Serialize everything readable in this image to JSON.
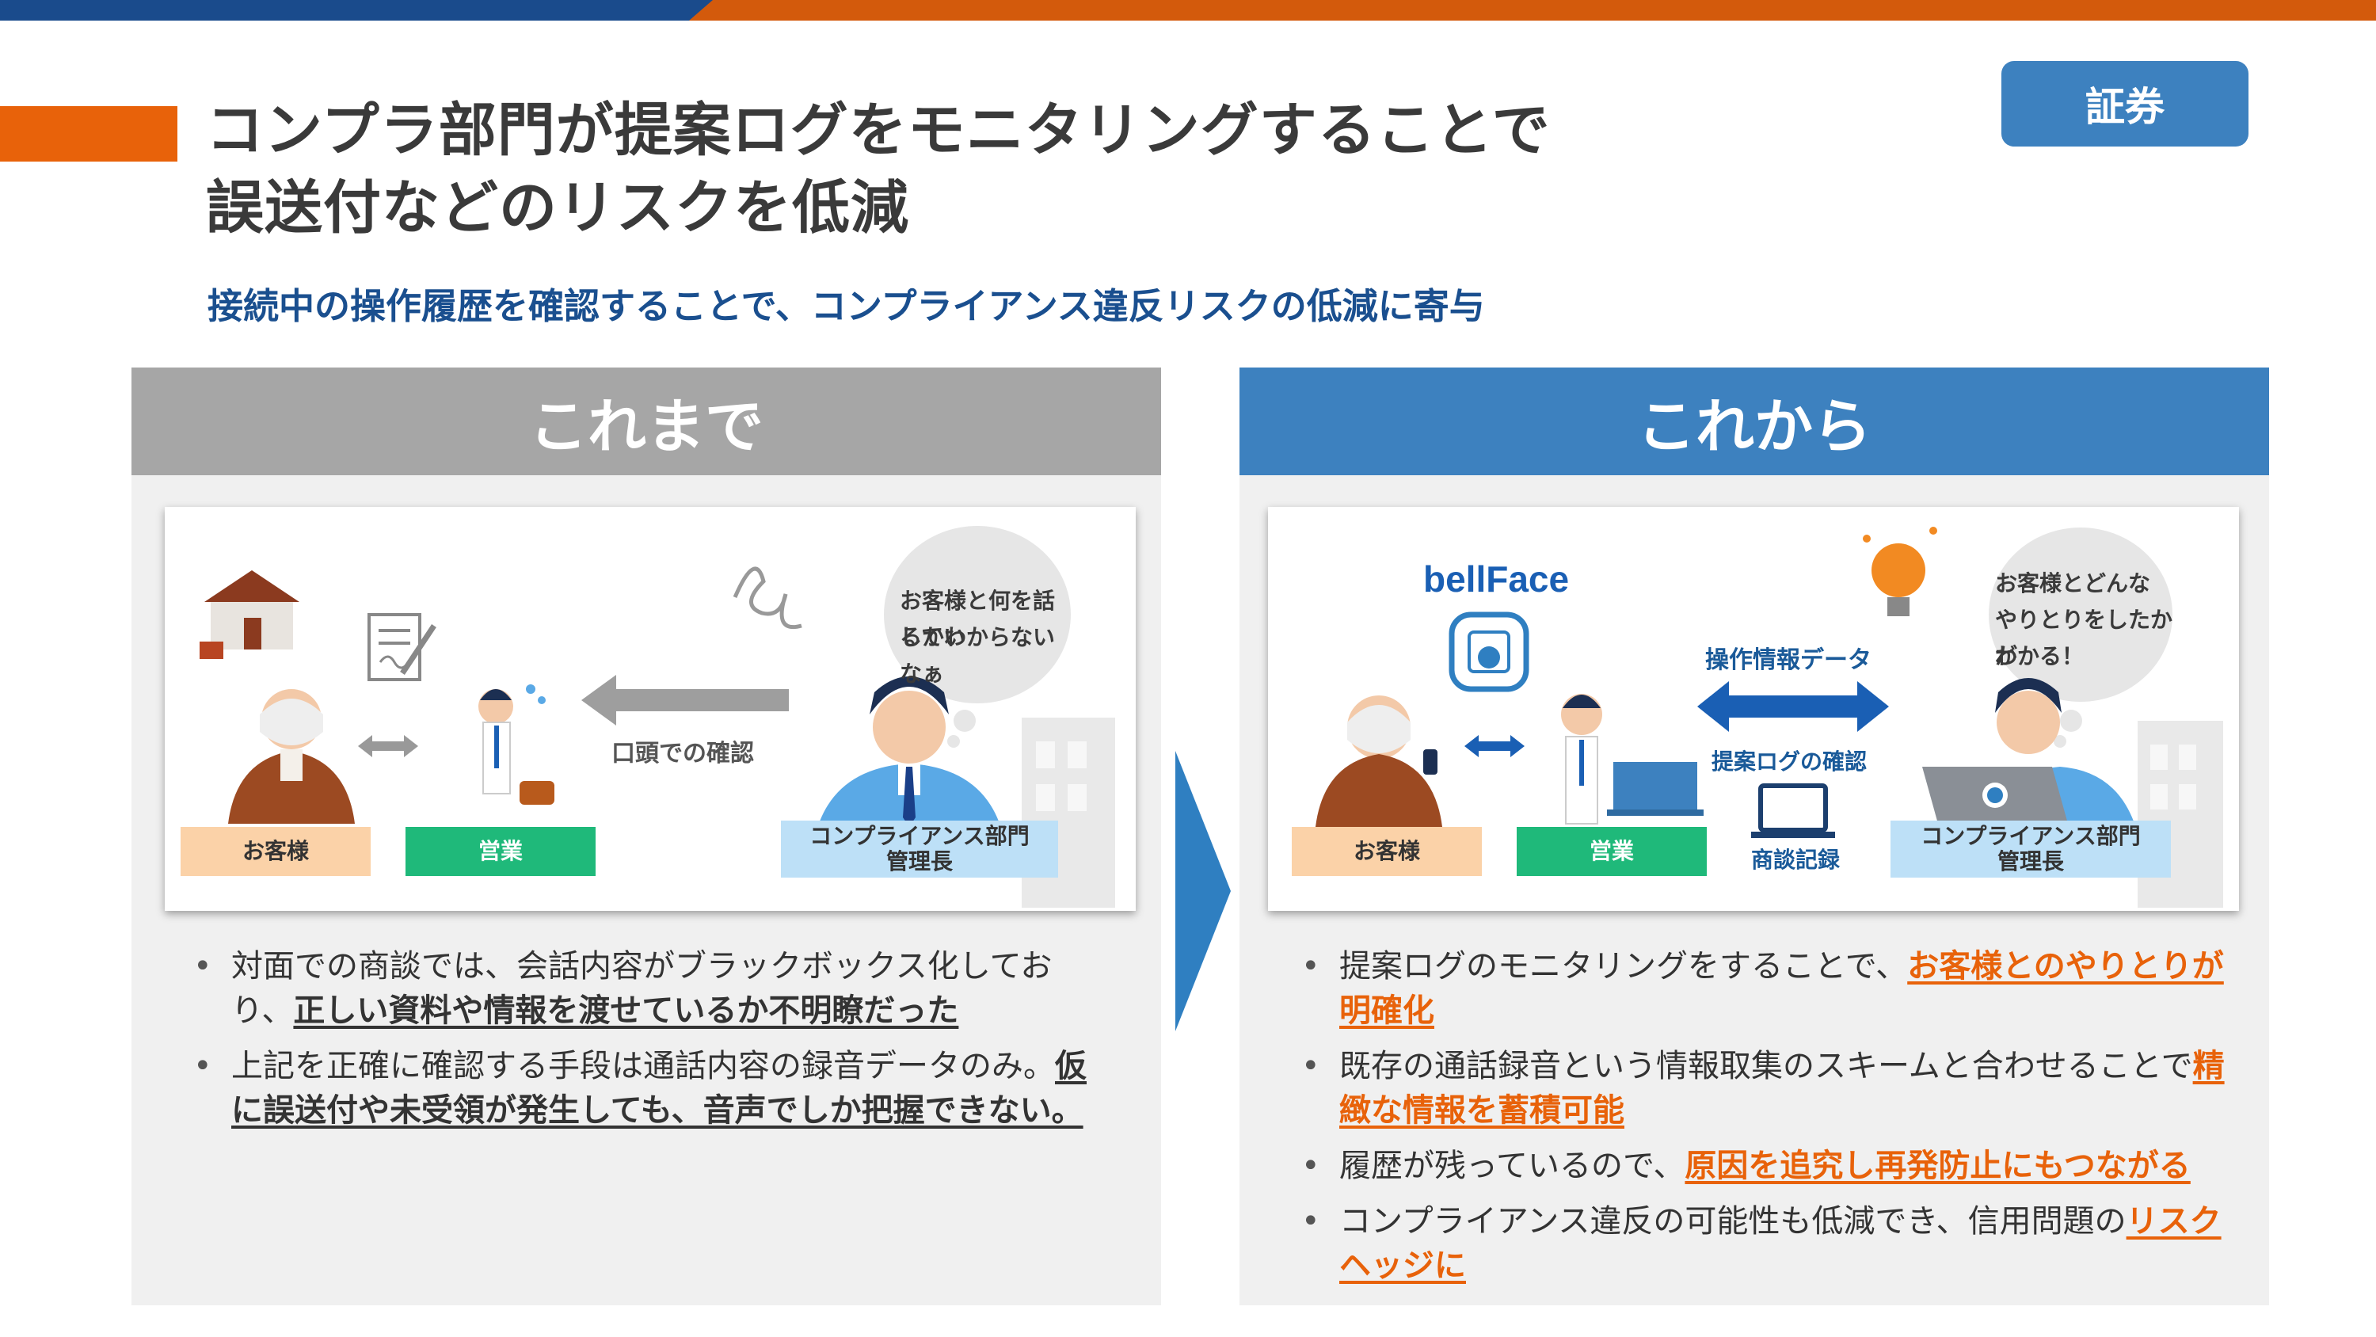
{
  "colors": {
    "accent_orange": "#e8620a",
    "brand_blue": "#3d81bf",
    "title_blue": "#1a4f8f",
    "gray_header": "#a6a6a6"
  },
  "header": {
    "title_line1": "コンプラ部門が提案ログをモニタリングすることで",
    "title_line2": "誤送付などのリスクを低減",
    "subtitle": "接続中の操作履歴を確認することで、コンプライアンス違反リスクの低減に寄与",
    "badge": "証券"
  },
  "before": {
    "heading": "これまで",
    "bubble_line1": "お客様と何を話してい",
    "bubble_line2": "るかわからないなぁ",
    "arrow_label": "口頭での確認",
    "labels": {
      "customer": "お客様",
      "sales": "営業",
      "compliance_line1": "コンプライアンス部門",
      "compliance_line2": "管理長"
    },
    "bullets": [
      {
        "text": "対面での商談では、会話内容がブラックボックス化してお り、",
        "emph": "正しい資料や情報を渡せているか不明瞭だった"
      },
      {
        "text": "上記を正確に確認する手段は通話内容の録音データのみ。",
        "emph": "仮に誤送付や未受領が発生しても、音声でしか把握できない。"
      }
    ]
  },
  "after": {
    "heading": "これから",
    "logo": "bellFace",
    "bubble_line1": "お客様とどんな",
    "bubble_line2": "やりとりをしたかが",
    "bubble_line3": "わかる！",
    "data_label": "操作情報データ",
    "log_label": "提案ログの確認",
    "record_label": "商談記録",
    "labels": {
      "customer": "お客様",
      "sales": "営業",
      "compliance_line1": "コンプライアンス部門",
      "compliance_line2": "管理長"
    },
    "bullets": [
      {
        "text": "提案ログのモニタリングをすることで、",
        "emph": "お客様とのやりとりが明確化"
      },
      {
        "text": "既存の通話録音という情報取集のスキームと合わせることで",
        "emph": "精緻な情報を蓄積可能"
      },
      {
        "text": "履歴が残っているので、",
        "emph": "原因を追究し再発防止にもつながる"
      },
      {
        "text": "コンプライアンス違反の可能性も低減でき、信用問題の",
        "emph": "リスクヘッジに"
      }
    ]
  }
}
